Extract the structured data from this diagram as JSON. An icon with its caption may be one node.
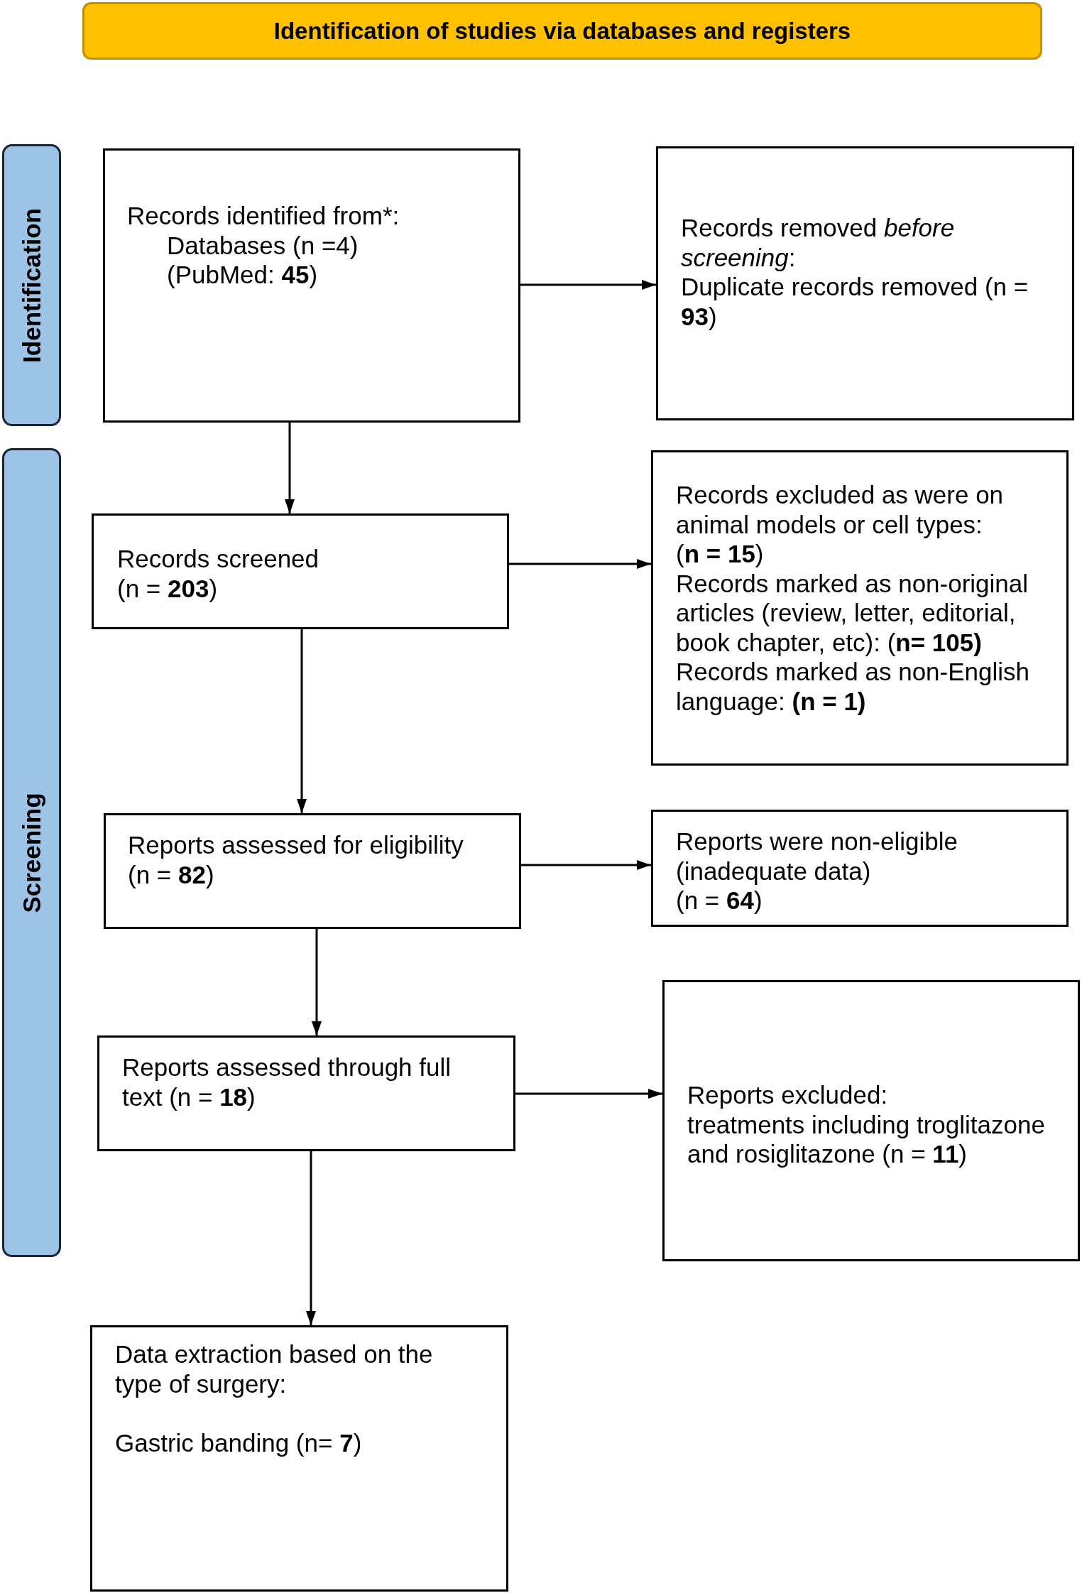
{
  "diagram": {
    "nodes": [
      {
        "text": [
          "Identification of studies via databases and registers"
        ]
      },
      {
        "text": [
          "Identification"
        ]
      },
      {
        "text": [
          "Records identified from*:",
          "Databases (n =4)",
          "(PubMed: **45**)"
        ]
      },
      {
        "text": [
          "Records removed *before screening*:",
          "Duplicate records removed (n = **93**)"
        ]
      },
      {
        "text": [
          "Screening"
        ]
      },
      {
        "text": [
          "Records screened",
          "(n = **203**)"
        ]
      },
      {
        "text": [
          "Records excluded as were on animal models or cell types:",
          "(**n = 15**)",
          "Records marked as non-original articles (review, letter, editorial, book chapter, etc): (**n= 105)**",
          "Records marked as non-English language: **(n = 1)**"
        ]
      },
      {
        "text": [
          "Reports assessed for eligibility",
          "(n = **82**)"
        ]
      },
      {
        "text": [
          "Reports were non-eligible (inadequate data)",
          "(n = **64**)"
        ]
      },
      {
        "text": [
          "Reports assessed through full text (n = **18**)"
        ]
      },
      {
        "text": [
          "Reports excluded:",
          "treatments including troglitazone and rosiglitazone (n = **11**)"
        ]
      },
      {
        "text": [
          "Data extraction based on the type of surgery:",
          "Gastric banding (n= **7**)"
        ]
      }
    ],
    "edges": [
      {
        "from": 2,
        "to": 3,
        "arrow": "to"
      },
      {
        "from": 2,
        "to": 5,
        "arrow": "to"
      },
      {
        "from": 5,
        "to": 6,
        "arrow": "to"
      },
      {
        "from": 5,
        "to": 7,
        "arrow": "to"
      },
      {
        "from": 7,
        "to": 8,
        "arrow": "to"
      },
      {
        "from": 7,
        "to": 9,
        "arrow": "to"
      },
      {
        "from": 9,
        "to": 10,
        "arrow": "to"
      },
      {
        "from": 9,
        "to": 11,
        "arrow": "to"
      }
    ]
  }
}
